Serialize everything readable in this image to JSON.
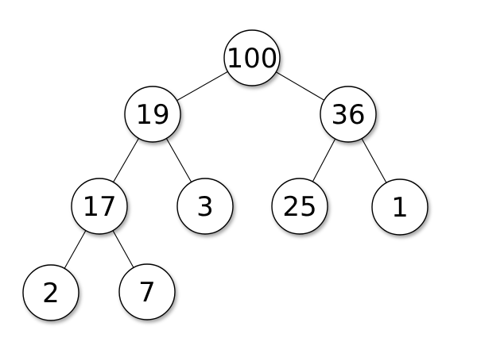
{
  "diagram": {
    "type": "binary-tree",
    "description": "Binary max-heap tree diagram with 9 circular nodes connected by straight edges",
    "colors": {
      "background": "#ffffff",
      "node_fill": "#ffffff",
      "node_stroke": "#000000",
      "edge_stroke": "#000000",
      "text": "#000000",
      "shadow": "rgba(0,0,0,0.35)"
    },
    "nodes": [
      {
        "id": "100",
        "value": "100",
        "level": 1
      },
      {
        "id": "19",
        "value": "19",
        "level": 2
      },
      {
        "id": "36",
        "value": "36",
        "level": 2
      },
      {
        "id": "17",
        "value": "17",
        "level": 3
      },
      {
        "id": "3",
        "value": "3",
        "level": 3
      },
      {
        "id": "25",
        "value": "25",
        "level": 3
      },
      {
        "id": "1",
        "value": "1",
        "level": 3
      },
      {
        "id": "2",
        "value": "2",
        "level": 4
      },
      {
        "id": "7",
        "value": "7",
        "level": 4
      }
    ],
    "edges": [
      {
        "from": "100",
        "to": "19"
      },
      {
        "from": "100",
        "to": "36"
      },
      {
        "from": "19",
        "to": "17"
      },
      {
        "from": "19",
        "to": "3"
      },
      {
        "from": "36",
        "to": "25"
      },
      {
        "from": "36",
        "to": "1"
      },
      {
        "from": "17",
        "to": "2"
      },
      {
        "from": "17",
        "to": "7"
      }
    ],
    "tree": {
      "value": "100",
      "left": {
        "value": "19",
        "left": {
          "value": "17",
          "left": {
            "value": "2"
          },
          "right": {
            "value": "7"
          }
        },
        "right": {
          "value": "3"
        }
      },
      "right": {
        "value": "36",
        "left": {
          "value": "25"
        },
        "right": {
          "value": "1"
        }
      }
    }
  }
}
